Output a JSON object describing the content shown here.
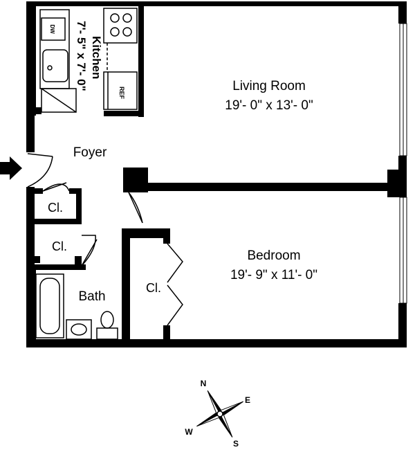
{
  "rooms": {
    "kitchen": {
      "name": "Kitchen",
      "dimensions": "7'- 5\" x 7'- 0\""
    },
    "living_room": {
      "name": "Living Room",
      "dimensions": "19'- 0\" x 13'- 0\""
    },
    "foyer": {
      "name": "Foyer"
    },
    "bedroom": {
      "name": "Bedroom",
      "dimensions": "19'- 9\" x 11'- 0\""
    },
    "bath": {
      "name": "Bath"
    },
    "closet_a": {
      "name": "Cl."
    },
    "closet_b": {
      "name": "Cl."
    },
    "closet_c": {
      "name": "Cl."
    }
  },
  "appliances": {
    "dishwasher": "DW",
    "refrigerator": "REF"
  },
  "compass": {
    "north": "N",
    "east": "E",
    "south": "S",
    "west": "W"
  },
  "colors": {
    "wall": "#000000",
    "background": "#ffffff"
  }
}
